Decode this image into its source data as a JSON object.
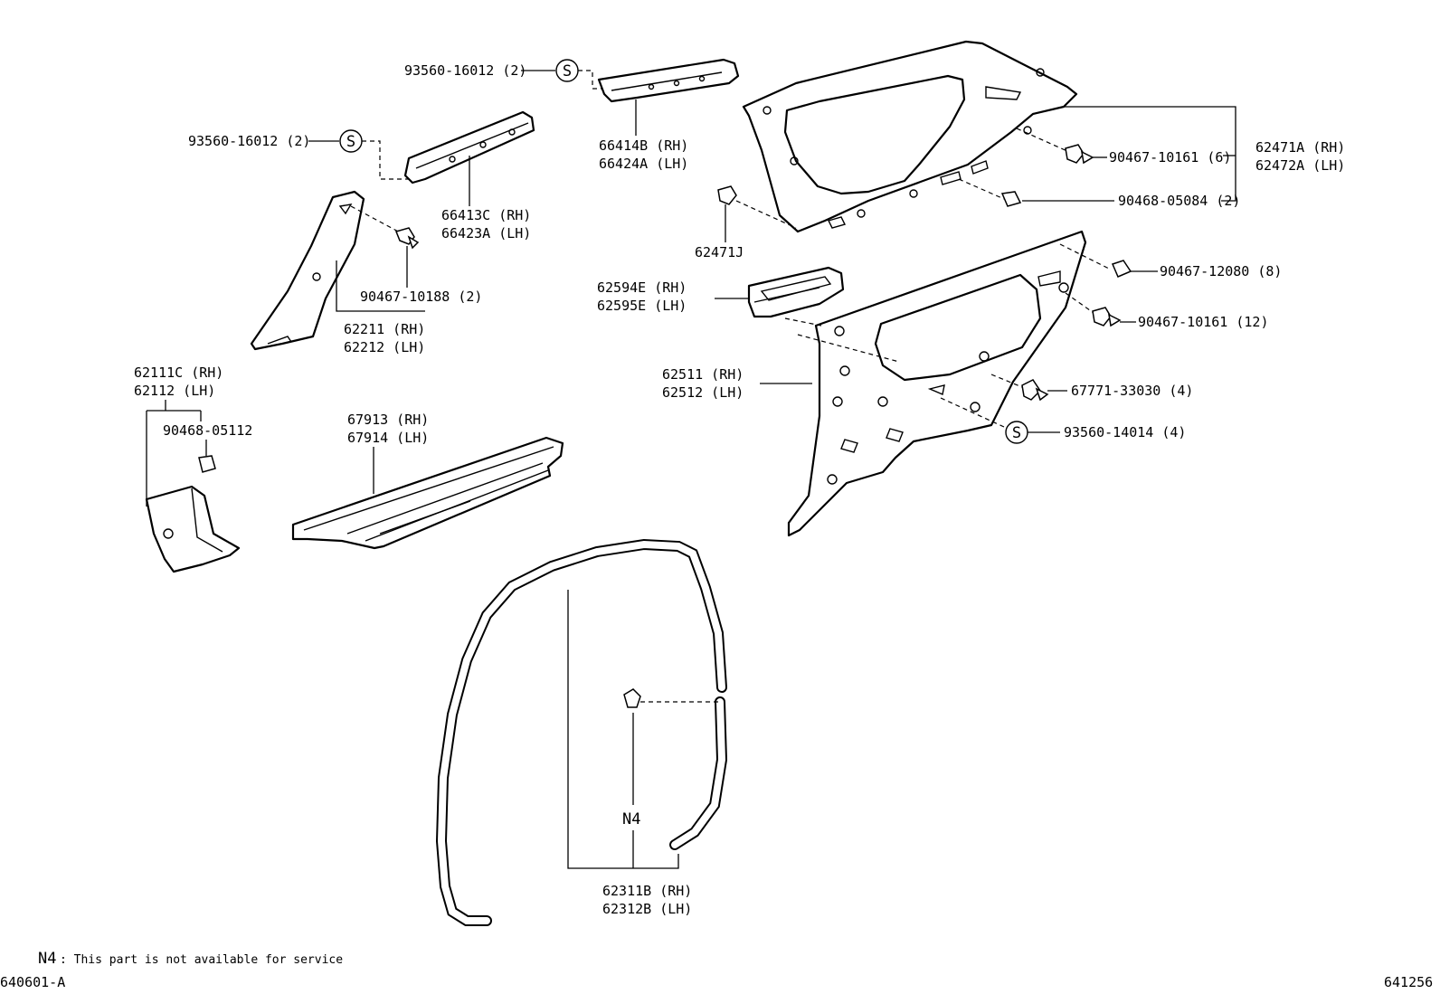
{
  "labels": {
    "p93560_16012_top": "93560-16012 (2)",
    "p93560_16012_mid": "93560-16012 (2)",
    "p66414b": "66414B (RH)",
    "p66424a": "66424A (LH)",
    "p66413c": "66413C (RH)",
    "p66423a": "66423A (LH)",
    "p90467_10188": "90467-10188 (2)",
    "p62211": "62211 (RH)",
    "p62212": "62212 (LH)",
    "p62111c": "62111C (RH)",
    "p62112": "62112  (LH)",
    "p90468_05112": "90468-05112",
    "p67913": "67913 (RH)",
    "p67914": "67914 (LH)",
    "p62471a": "62471A (RH)",
    "p62472a": "62472A (LH)",
    "p90467_10161_6": "90467-10161 (6)",
    "p90468_05084": "90468-05084 (2)",
    "p62471j": "62471J",
    "p62594e": "62594E (RH)",
    "p62595e": "62595E (LH)",
    "p90467_12080": "90467-12080 (8)",
    "p90467_10161_12": "90467-10161 (12)",
    "p62511": "62511 (RH)",
    "p62512": "62512 (LH)",
    "p67771_33030": "67771-33030 (4)",
    "p93560_14014": "93560-14014 (4)",
    "n4_tag": "N4",
    "p62311b": "62311B (RH)",
    "p62312b": "62312B (LH)"
  },
  "symbols": {
    "s_marker": "S"
  },
  "footer": {
    "note_tag": "N4",
    "note_text": ": This part is not available for service",
    "left_code": "640601-A",
    "right_code": "641256"
  }
}
